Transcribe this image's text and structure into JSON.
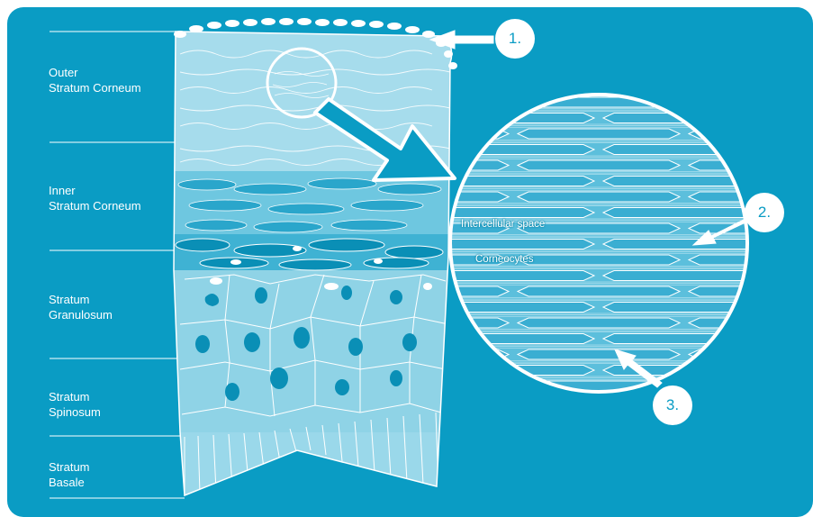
{
  "colors": {
    "background": "#0a9cc4",
    "tissue_light": "#8fd3e6",
    "tissue_mid": "#62c1dc",
    "nucleus": "#0a8fb6",
    "line": "#ffffff"
  },
  "layers": [
    {
      "label": "Outer\nStratum Corneum"
    },
    {
      "label": "Inner\nStratum Corneum"
    },
    {
      "label": "Stratum\nGranulosum"
    },
    {
      "label": "Stratum\nSpinosum"
    },
    {
      "label": "Stratum\nBasale"
    }
  ],
  "inset": {
    "intercellular_label": "Intercellular space",
    "corneocytes_label": "Corneocytes"
  },
  "callouts": [
    {
      "number": "1."
    },
    {
      "number": "2."
    },
    {
      "number": "3."
    }
  ]
}
